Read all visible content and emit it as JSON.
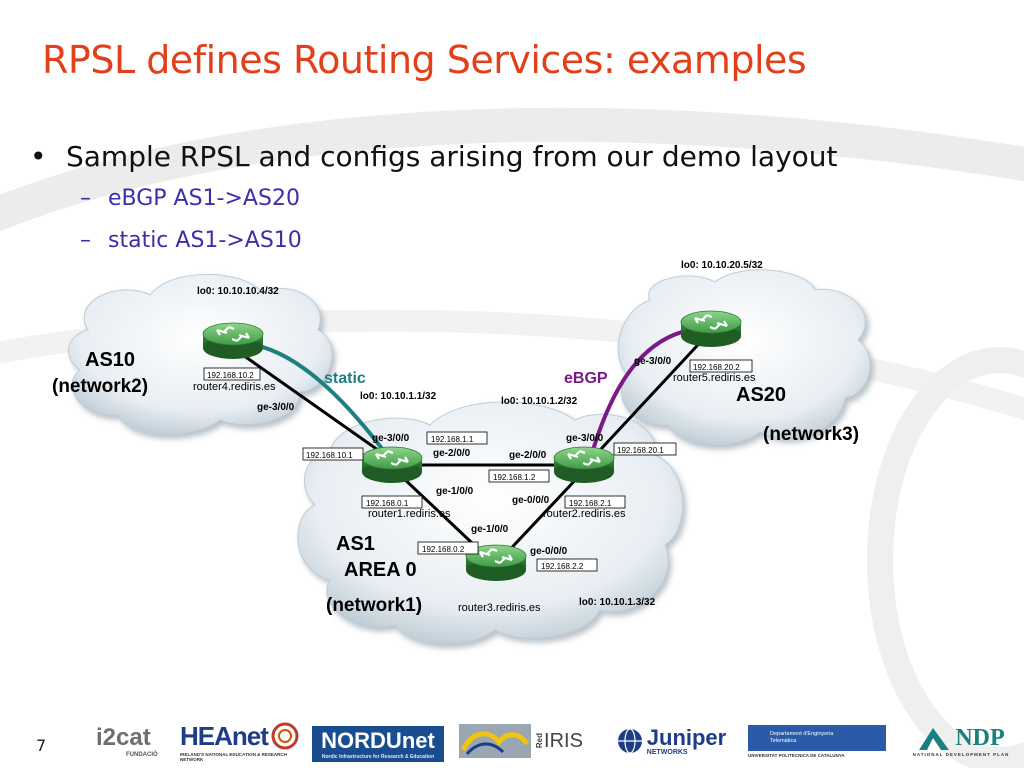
{
  "slide": {
    "title": "RPSL defines Routing Services: examples",
    "bullet_main": "Sample RPSL and configs arising from our demo layout",
    "bullet_dot": "•",
    "sub_dash": "–",
    "sub_items": [
      "eBGP AS1->AS20",
      "static AS1->AS10"
    ],
    "page_number": "7"
  },
  "diagram": {
    "clouds": {
      "as10": {
        "name": "AS10",
        "network": "(network2)"
      },
      "as20": {
        "name": "AS20",
        "network": "(network3)"
      },
      "as1": {
        "name": "AS1",
        "area": "AREA 0",
        "network": "(network1)"
      }
    },
    "link_labels": {
      "static": "static",
      "ebgp": "eBGP"
    },
    "router4": {
      "host": "router4.rediris.es",
      "lo": "lo0: 10.10.10.4/32",
      "ip": "192.168.10.2",
      "if": "ge-3/0/0"
    },
    "router5": {
      "host": "router5.rediris.es",
      "lo": "lo0: 10.10.20.5/32",
      "ip": "192.168.20.2",
      "if": "ge-3/0/0"
    },
    "router1": {
      "host": "router1.rediris.es",
      "lo": "lo0: 10.10.1.1/32",
      "ip_r4": "192.168.10.1",
      "ip_r2": "192.168.1.1",
      "ip_r3": "192.168.0.1",
      "if_r4": "ge-3/0/0",
      "if_r2": "ge-2/0/0",
      "if_r3": "ge-1/0/0"
    },
    "router2": {
      "host": "router2.rediris.es",
      "lo": "lo0: 10.10.1.2/32",
      "ip_r1": "192.168.1.2",
      "ip_r5": "192.168.20.1",
      "ip_r3": "192.168.2.1",
      "if_r1": "ge-2/0/0",
      "if_r5": "ge-3/0/0",
      "if_r3": "ge-0/0/0"
    },
    "router3": {
      "host": "router3.rediris.es",
      "lo": "lo0: 10.10.1.3/32",
      "ip_r1": "192.168.0.2",
      "ip_r2": "192.168.2.2",
      "if_r1": "ge-1/0/0",
      "if_r2": "ge-0/0/0"
    }
  },
  "footer_logos": {
    "i2cat": "i2cat",
    "i2cat_sub": "FUNDACIÓ",
    "heanet": "HEAnet",
    "heanet_sub": "IRELAND'S NATIONAL EDUCATION & RESEARCH NETWORK",
    "nordunet": "NORDUnet",
    "nordunet_sub": "Nordic Infrastructure for Research & Education",
    "rediris": "IRIS",
    "rediris_prefix": "Red",
    "juniper": "Juniper",
    "juniper_sub": "NETWORKS",
    "upc": "Departament d'Enginyeria Telemàtica",
    "upc_sub": "UNIVERSITAT POLITÈCNICA DE CATALUNYA",
    "ndp": "NDP",
    "ndp_sub": "NATIONAL DEVELOPMENT PLAN"
  },
  "colors": {
    "title": "#e2401a",
    "sub_bullets": "#3b2faa",
    "static_link": "#1e7f80",
    "ebgp_link": "#7a1a86",
    "router": "#3fa64a"
  }
}
